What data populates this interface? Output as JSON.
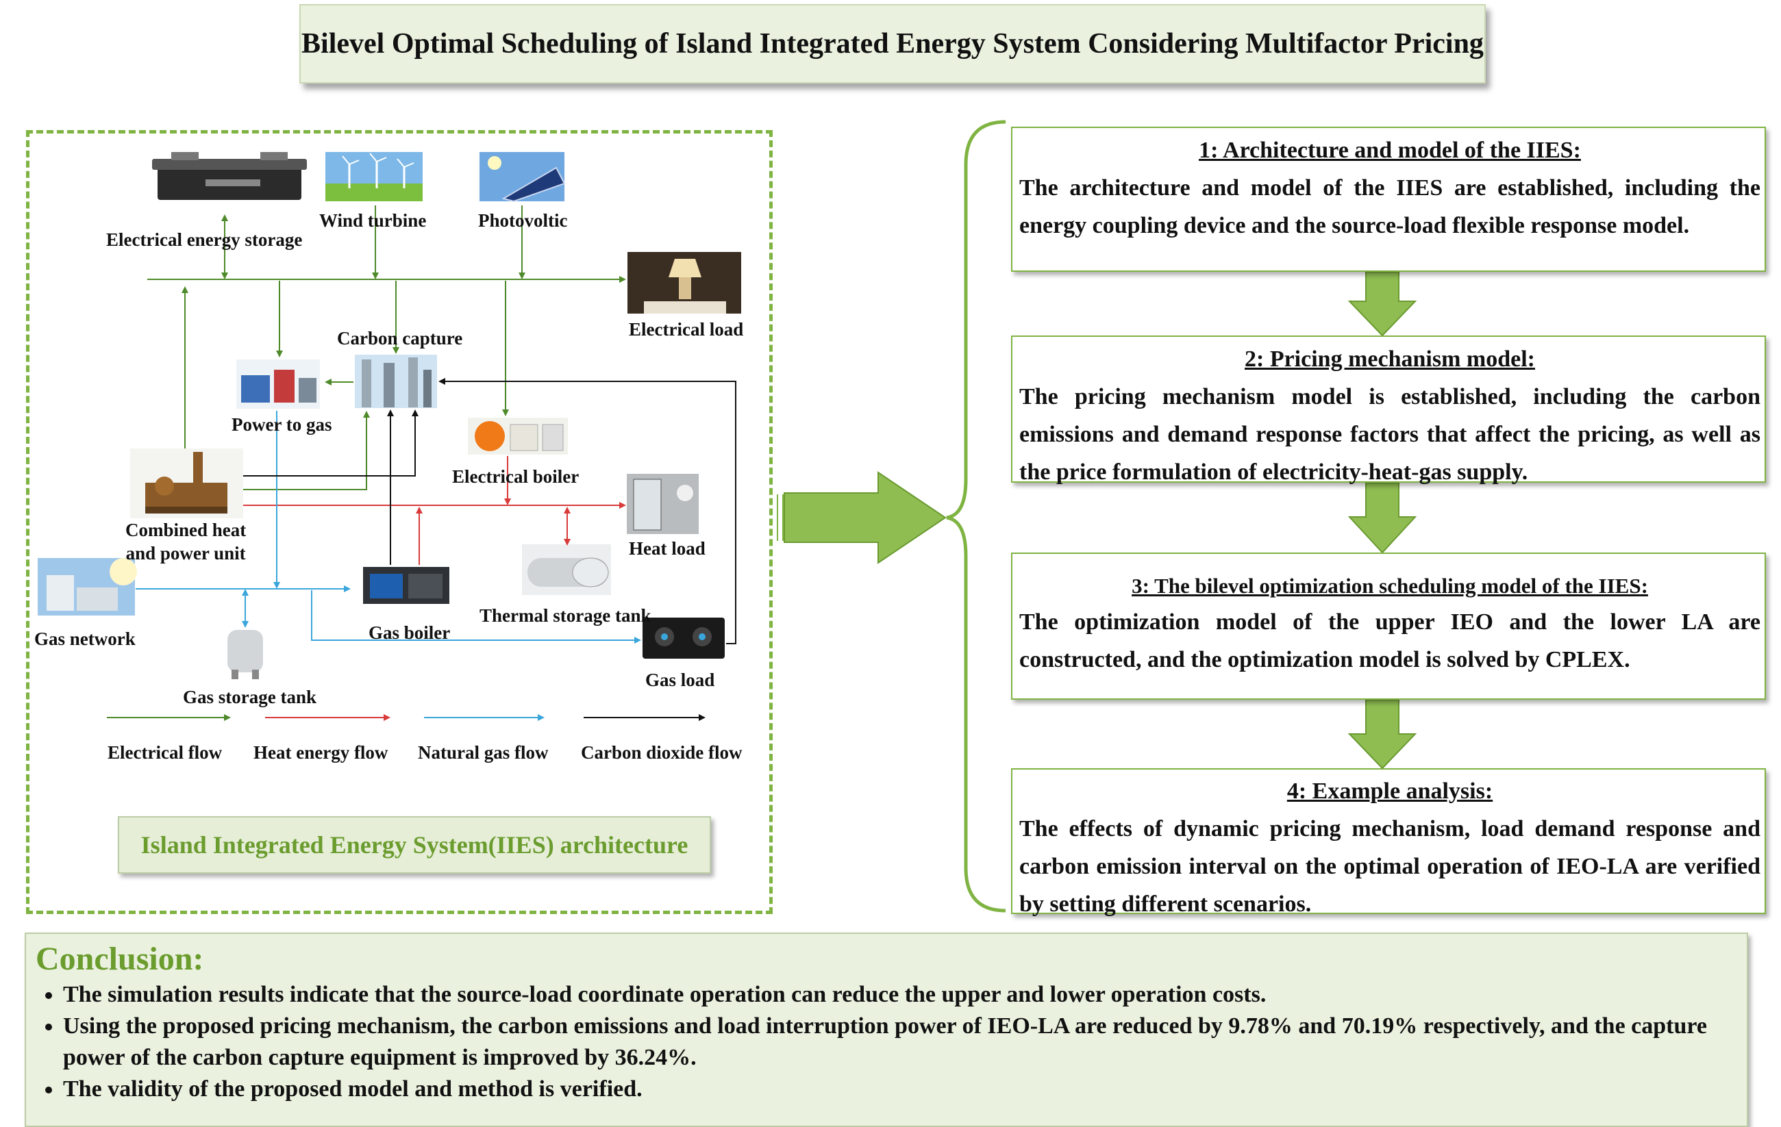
{
  "title": "Bilevel Optimal Scheduling of Island Integrated Energy System Considering Multifactor Pricing",
  "architecture": {
    "caption": "Island Integrated Energy System(IIES) architecture",
    "components": {
      "electrical_energy_storage": "Electrical energy storage",
      "wind_turbine": "Wind turbine",
      "photovoltic": "Photovoltic",
      "electrical_load": "Electrical load",
      "carbon_capture": "Carbon capture",
      "power_to_gas": "Power to gas",
      "electrical_boiler": "Electrical boiler",
      "chp_line1": "Combined heat",
      "chp_line2": "and power unit",
      "heat_load": "Heat load",
      "thermal_storage_tank": "Thermal storage tank",
      "gas_network": "Gas network",
      "gas_boiler": "Gas boiler",
      "gas_load": "Gas load",
      "gas_storage_tank": "Gas storage tank"
    },
    "legend": {
      "electrical": "Electrical flow",
      "heat": "Heat energy flow",
      "gas": "Natural gas flow",
      "co2": "Carbon dioxide flow"
    },
    "colors": {
      "electrical": "#4e8a2a",
      "heat": "#d93a3a",
      "gas": "#3aa6dc",
      "co2": "#111111",
      "accent_green": "#7fb342"
    }
  },
  "steps": [
    {
      "heading": "1: Architecture and model of the IIES:",
      "body": "The architecture and model of the IIES are established, including the energy coupling device and the source-load flexible response model."
    },
    {
      "heading": "2: Pricing mechanism model:",
      "body": "The pricing mechanism model is established, including the carbon emissions and demand response factors that affect the pricing, as well as the price formulation of electricity-heat-gas supply."
    },
    {
      "heading": "3: The bilevel optimization scheduling model of the IIES:",
      "body": "The optimization model of the upper IEO and the lower LA are constructed, and the optimization model is solved by CPLEX."
    },
    {
      "heading": "4: Example analysis:",
      "body": "The effects of dynamic pricing mechanism, load demand response and carbon emission interval on the optimal operation of IEO-LA are verified by setting different scenarios."
    }
  ],
  "conclusion": {
    "title": "Conclusion:",
    "items": [
      "The simulation results indicate that the source-load coordinate operation can reduce the upper and lower operation costs.",
      "Using the proposed pricing mechanism, the carbon emissions and load interruption power of IEO-LA are reduced by 9.78% and 70.19% respectively, and the capture power of the carbon capture equipment is improved by 36.24%.",
      "The validity of the proposed model and method is verified."
    ]
  }
}
